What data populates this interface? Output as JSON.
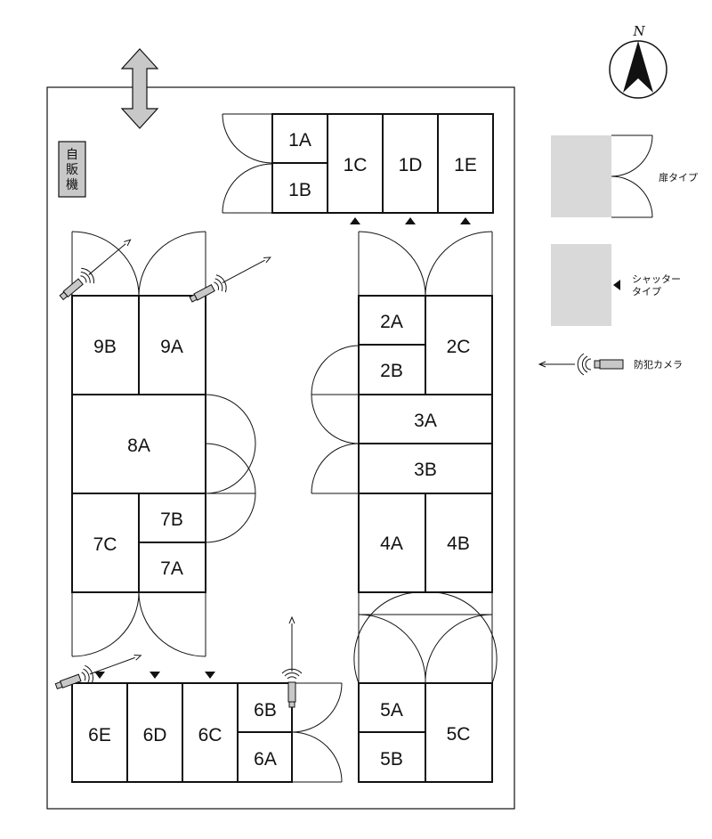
{
  "rooms": {
    "1A": "1A",
    "1B": "1B",
    "1C": "1C",
    "1D": "1D",
    "1E": "1E",
    "2A": "2A",
    "2B": "2B",
    "2C": "2C",
    "3A": "3A",
    "3B": "3B",
    "4A": "4A",
    "4B": "4B",
    "5A": "5A",
    "5B": "5B",
    "5C": "5C",
    "6A": "6A",
    "6B": "6B",
    "6C": "6C",
    "6D": "6D",
    "6E": "6E",
    "7A": "7A",
    "7B": "7B",
    "7C": "7C",
    "8A": "8A",
    "9A": "9A",
    "9B": "9B"
  },
  "vending_machine": {
    "line1": "自",
    "line2": "販",
    "line3": "機"
  },
  "compass": {
    "north": "N"
  },
  "legend": {
    "door_type": "扉タイプ",
    "shutter_type_line1": "シャッター",
    "shutter_type_line2": "タイプ",
    "camera": "防犯カメラ"
  },
  "colors": {
    "legend_fill": "#d9d9d9",
    "camera_fill": "#c8c8c8",
    "arrow_fill": "#c8c8c8",
    "line": "#111111"
  }
}
